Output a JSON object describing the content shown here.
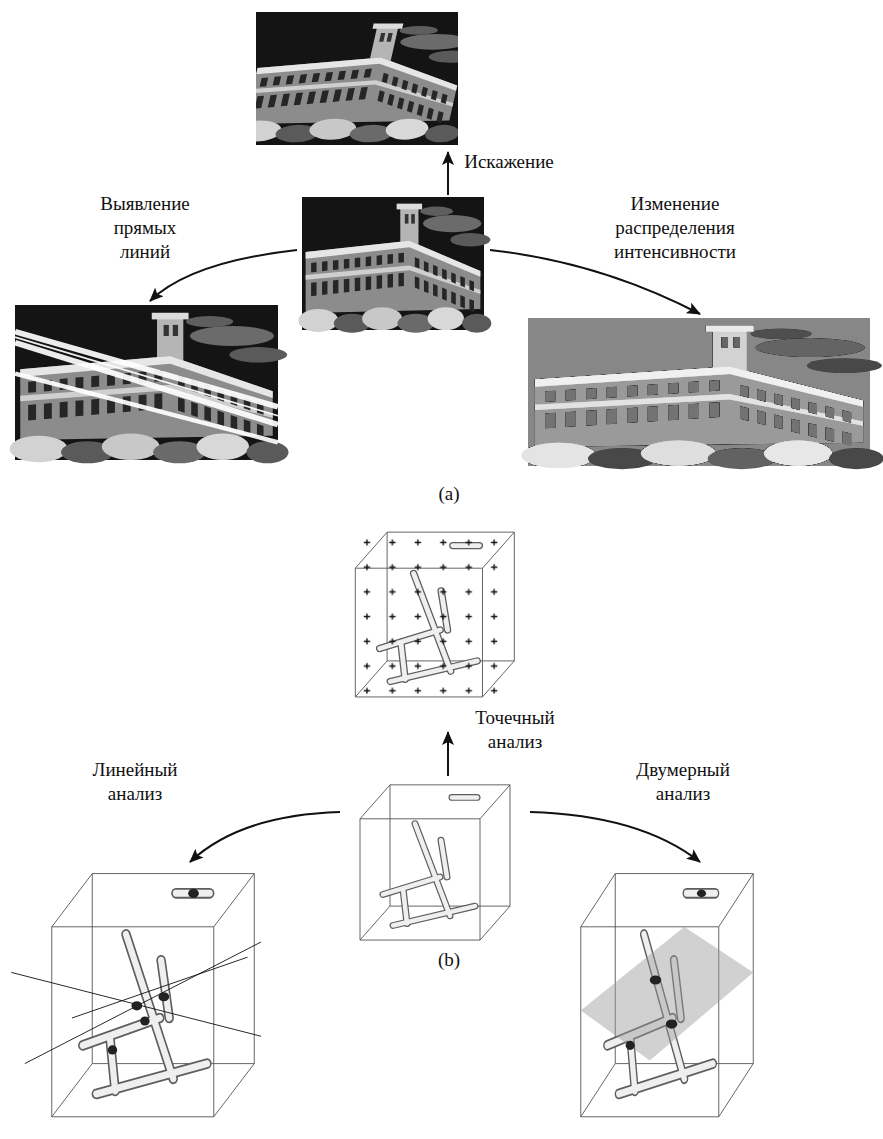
{
  "diagram": {
    "labels": [
      "Искажение",
      "Выявление прямых линий",
      "Изменение распределения интенсивности",
      "(a)",
      "Точечный анализ",
      "Линейный анализ",
      "Двумерный анализ",
      "(b)"
    ]
  }
}
